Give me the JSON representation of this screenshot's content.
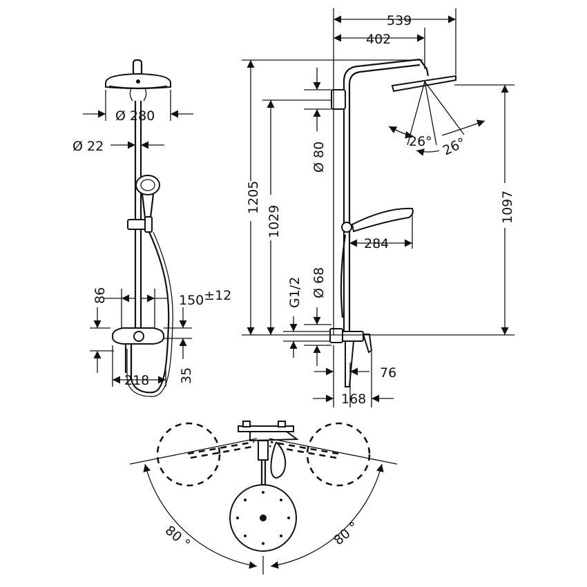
{
  "dimensions": {
    "head_diameter": "Ø 280",
    "pipe_diameter": "Ø 22",
    "height_86": "86",
    "tolerance_base": "150",
    "tolerance_sup": "±12",
    "height_35": "35",
    "width_218": "218",
    "width_539": "539",
    "width_402": "402",
    "height_1205": "1205",
    "height_1029": "1029",
    "holder_diameter": "Ø 80",
    "angle_26a": "26°",
    "angle_26b": "26°",
    "height_1097": "1097",
    "hand_length": "284",
    "thread": "G1/2",
    "rosette_diameter": "Ø 68",
    "depth_76": "76",
    "depth_168": "168",
    "rotation_left": "80 °",
    "rotation_right": "80 °"
  }
}
